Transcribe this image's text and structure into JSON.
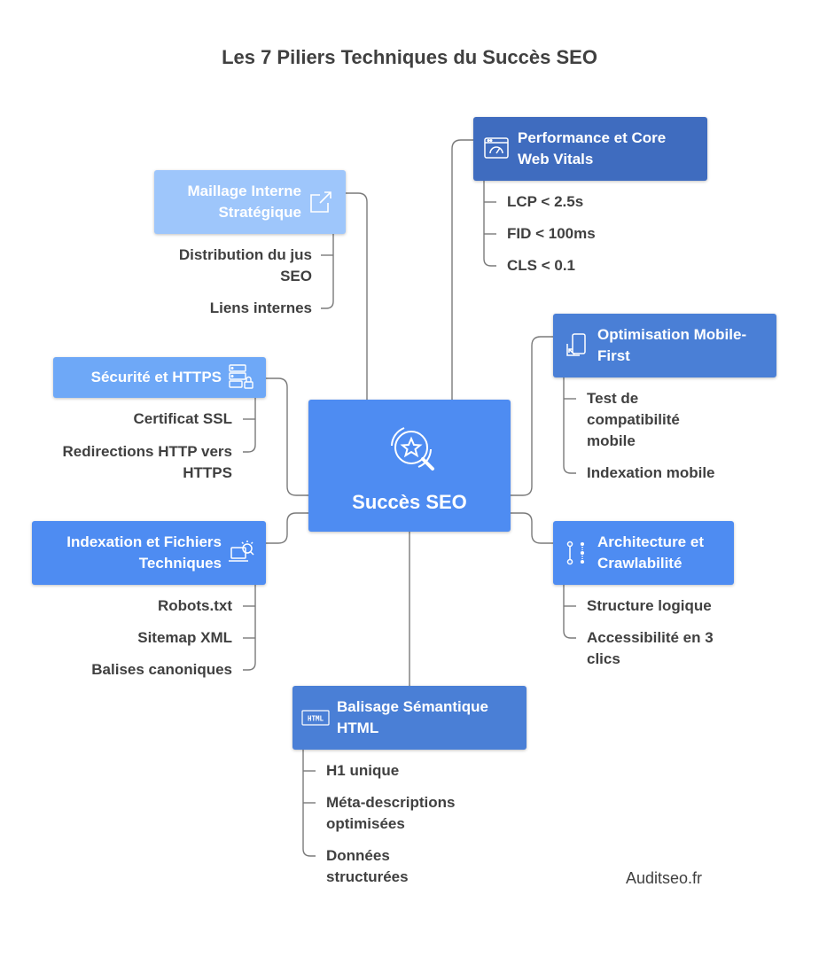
{
  "title": "Les 7 Piliers Techniques du Succès SEO",
  "center": {
    "label": "Succès SEO",
    "icon": "star-search-icon"
  },
  "colors": {
    "dark_blue": "#3f6cbf",
    "mid_blue": "#4a7fd6",
    "blue": "#4e8cf2",
    "light_blue": "#6ea8f7",
    "pale_blue": "#9ec6fb",
    "line": "#7a7a7a",
    "text": "#404040"
  },
  "pillars": {
    "performance": {
      "label": "Performance et Core Web Vitals",
      "icon": "speedometer-window-icon",
      "items": [
        "LCP < 2.5s",
        "FID < 100ms",
        "CLS < 0.1"
      ]
    },
    "maillage": {
      "label": "Maillage Interne Stratégique",
      "icon": "external-link-icon",
      "items": [
        "Distribution du jus SEO",
        "Liens internes"
      ]
    },
    "mobile": {
      "label": "Optimisation Mobile-First",
      "icon": "mobile-resize-icon",
      "items": [
        "Test de compatibilité mobile",
        "Indexation mobile"
      ]
    },
    "securite": {
      "label": "Sécurité et HTTPS",
      "icon": "server-lock-icon",
      "items": [
        "Certificat SSL",
        "Redirections HTTP vers HTTPS"
      ]
    },
    "indexation": {
      "label": "Indexation et Fichiers Techniques",
      "icon": "laptop-search-icon",
      "items": [
        "Robots.txt",
        "Sitemap XML",
        "Balises canoniques"
      ]
    },
    "architecture": {
      "label": "Architecture et Crawlabilité",
      "icon": "hierarchy-icon",
      "items": [
        "Structure logique",
        "Accessibilité en 3 clics"
      ]
    },
    "balisage": {
      "label": "Balisage Sémantique HTML",
      "icon": "html-icon",
      "items": [
        "H1 unique",
        "Méta-descriptions optimisées",
        "Données structurées"
      ]
    }
  },
  "footer": "Auditseo.fr"
}
